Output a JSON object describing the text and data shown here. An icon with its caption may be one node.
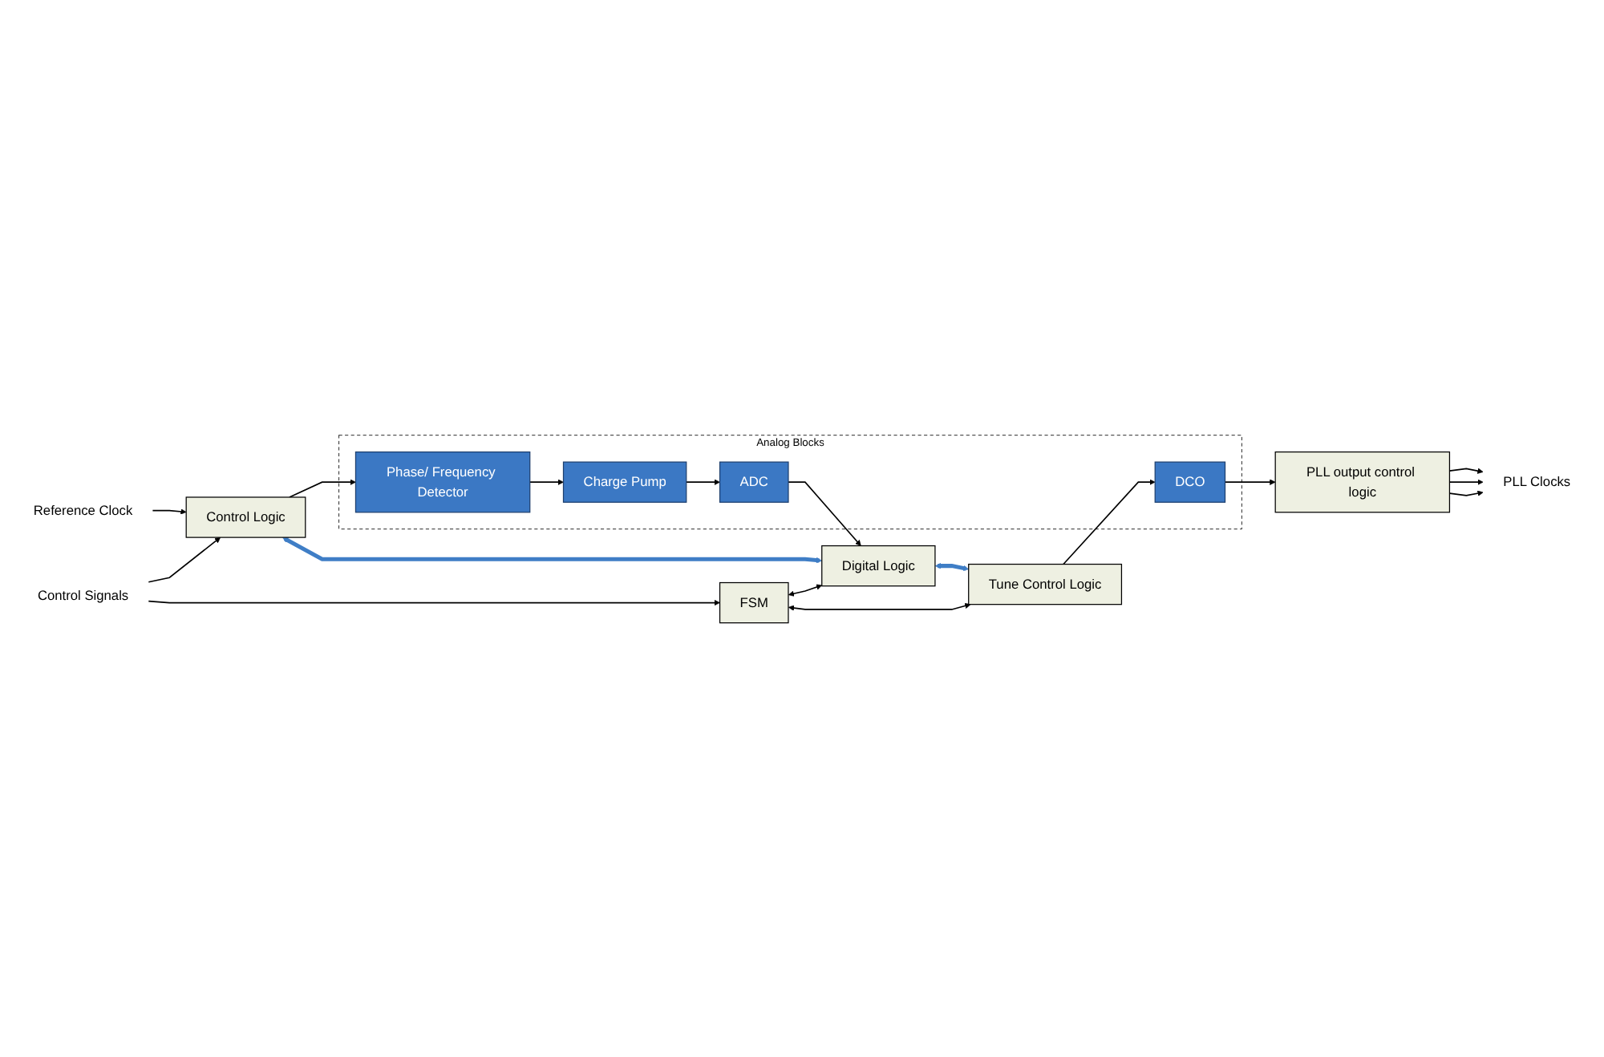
{
  "diagram": {
    "nodes": [
      {
        "text": [
          "Reference Clock"
        ]
      },
      {
        "text": [
          "Control Signals"
        ]
      },
      {
        "text": [
          "Control Logic"
        ]
      },
      {
        "text": [
          "Analog Blocks"
        ]
      },
      {
        "text": [
          "Phase/ Frequency Detector"
        ],
        "in": 3
      },
      {
        "text": [
          "Charge Pump"
        ],
        "in": 3
      },
      {
        "text": [
          "ADC"
        ],
        "in": 3
      },
      {
        "text": [
          "DCO"
        ],
        "in": 3
      },
      {
        "text": [
          "FSM"
        ]
      },
      {
        "text": [
          "Digital Logic"
        ]
      },
      {
        "text": [
          "Tune Control Logic"
        ]
      },
      {
        "text": [
          "PLL output control logic"
        ]
      },
      {
        "text": [
          "PLL Clocks"
        ]
      }
    ],
    "edges": [
      {
        "from": 0,
        "to": 2,
        "arrow": "to"
      },
      {
        "from": 1,
        "to": 2,
        "arrow": "to"
      },
      {
        "from": 1,
        "to": 8,
        "arrow": "to"
      },
      {
        "from": 2,
        "to": 4,
        "arrow": "to"
      },
      {
        "from": 4,
        "to": 5,
        "arrow": "to"
      },
      {
        "from": 5,
        "to": 6,
        "arrow": "to"
      },
      {
        "from": 6,
        "to": 9,
        "arrow": "to"
      },
      {
        "from": 2,
        "to": 9,
        "arrow": "both",
        "style": "thick",
        "color": "#3f7ec6"
      },
      {
        "from": 9,
        "to": 10,
        "arrow": "both",
        "style": "thick",
        "color": "#3f7ec6"
      },
      {
        "from": 8,
        "to": 9,
        "arrow": "both"
      },
      {
        "from": 8,
        "to": 10,
        "arrow": "both"
      },
      {
        "from": 10,
        "to": 7,
        "arrow": "to"
      },
      {
        "from": 7,
        "to": 11,
        "arrow": "to"
      },
      {
        "from": 11,
        "to": 12,
        "arrow": "to"
      },
      {
        "from": 11,
        "to": 12,
        "arrow": "to"
      },
      {
        "from": 11,
        "to": 12,
        "arrow": "to"
      }
    ]
  }
}
